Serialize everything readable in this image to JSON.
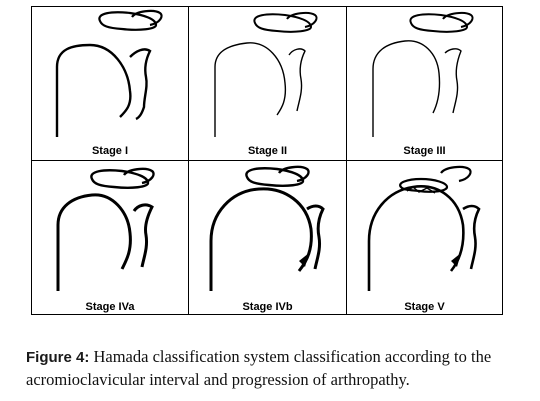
{
  "panels": [
    {
      "id": "stage-1",
      "label": "Stage I"
    },
    {
      "id": "stage-2",
      "label": "Stage II"
    },
    {
      "id": "stage-3",
      "label": "Stage III"
    },
    {
      "id": "stage-4a",
      "label": "Stage IVa"
    },
    {
      "id": "stage-4b",
      "label": "Stage IVb"
    },
    {
      "id": "stage-5",
      "label": "Stage V"
    }
  ],
  "caption": {
    "figure_label": "Figure 4:",
    "text": "Hamada classification system classification according to the acromioclavicular interval and progression of arthropathy."
  }
}
